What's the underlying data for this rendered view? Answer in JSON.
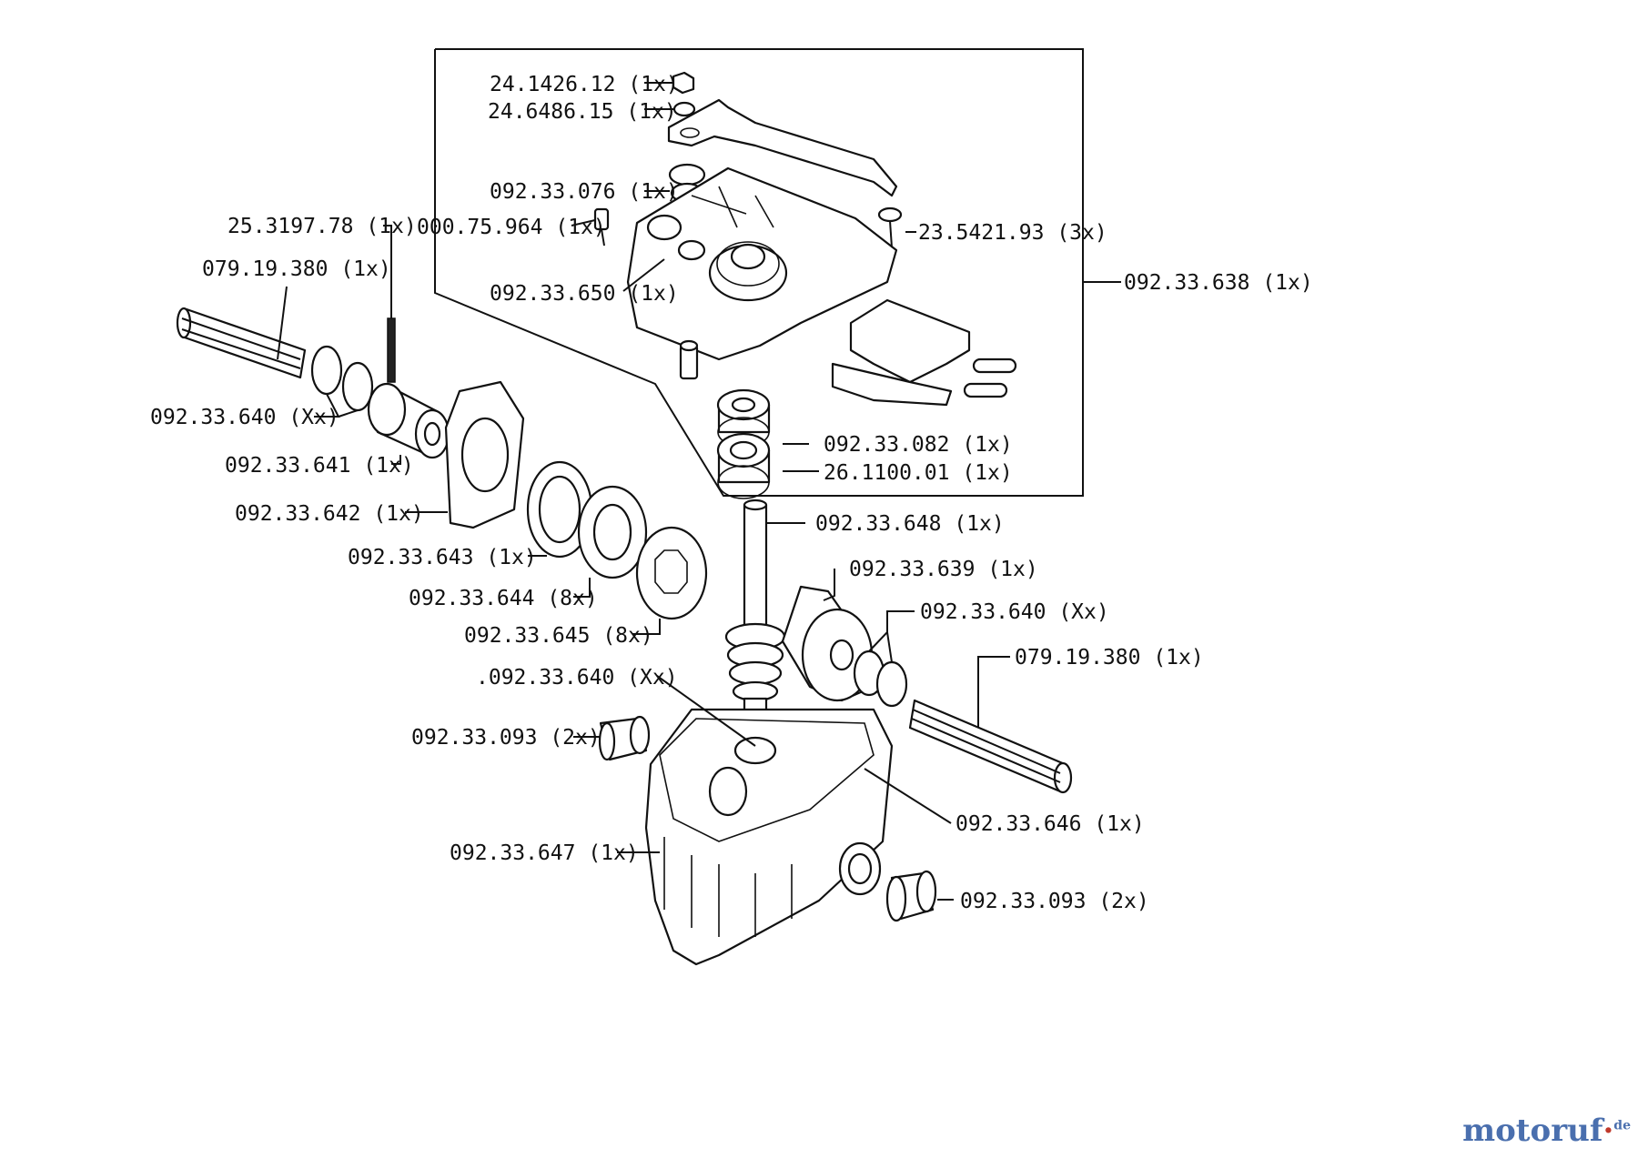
{
  "labels": {
    "l01": "24.1426.12  (1x)",
    "l02": "24.6486.15  (1x)",
    "l03": "092.33.076 (1x)",
    "l04": "000.75.964  (1x)",
    "l05": "23.5421.93  (3x)",
    "l06": "092.33.650 (1x)",
    "l07": "092.33.638  (1x)",
    "l08": "25.3197.78  (1x)",
    "l09": "079.19.380   (1x)",
    "l10": "092.33.640  (Xx)",
    "l11": "092.33.641  (1x)",
    "l12": "092.33.642  (1x)",
    "l13": "092.33.643  (1x)",
    "l14": "092.33.644  (8x)",
    "l15": "092.33.645  (8x)",
    "l16": "092.33.082  (1x)",
    "l17": "26.1100.01  (1x)",
    "l18": "092.33.648  (1x)",
    "l19": "092.33.639  (1x)",
    "l20": "092.33.640  (Xx)",
    "l21": "079.19.380   (1x)",
    "l22": ".092.33.640  (Xx)",
    "l23": "092.33.093  (2x)",
    "l24": "092.33.646  (1x)",
    "l25": "092.33.647  (1x)",
    "l26": "092.33.093  (2x)"
  },
  "watermark": {
    "main": "motoruf",
    "dot": "·",
    "tld": "de"
  }
}
